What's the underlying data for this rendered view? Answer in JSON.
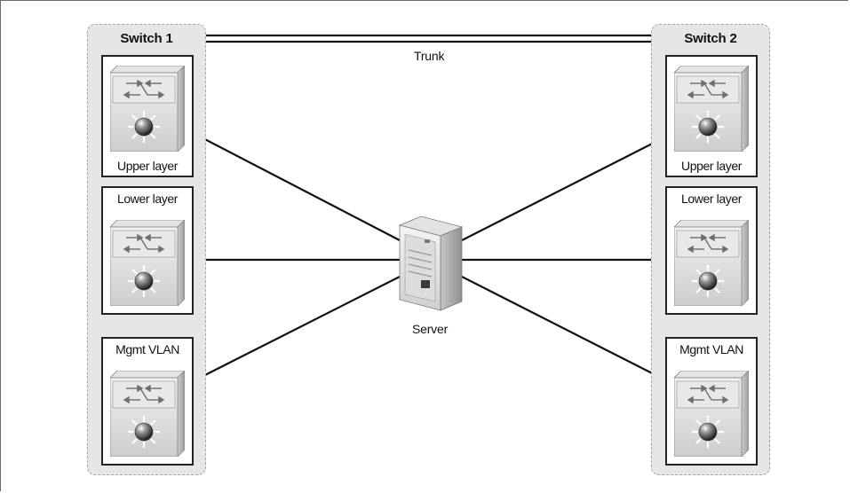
{
  "switches": [
    {
      "title": "Switch 1",
      "layers": [
        "Upper layer",
        "Lower layer",
        "Mgmt VLAN"
      ]
    },
    {
      "title": "Switch 2",
      "layers": [
        "Upper layer",
        "Lower layer",
        "Mgmt VLAN"
      ]
    }
  ],
  "trunk_label": "Trunk",
  "server_label": "Server",
  "icons": [
    "layer3-switch-icon",
    "server-icon"
  ],
  "colors": {
    "group_fill": "#e6e6e6",
    "group_border": "#a8a8a8",
    "line": "#111111"
  }
}
